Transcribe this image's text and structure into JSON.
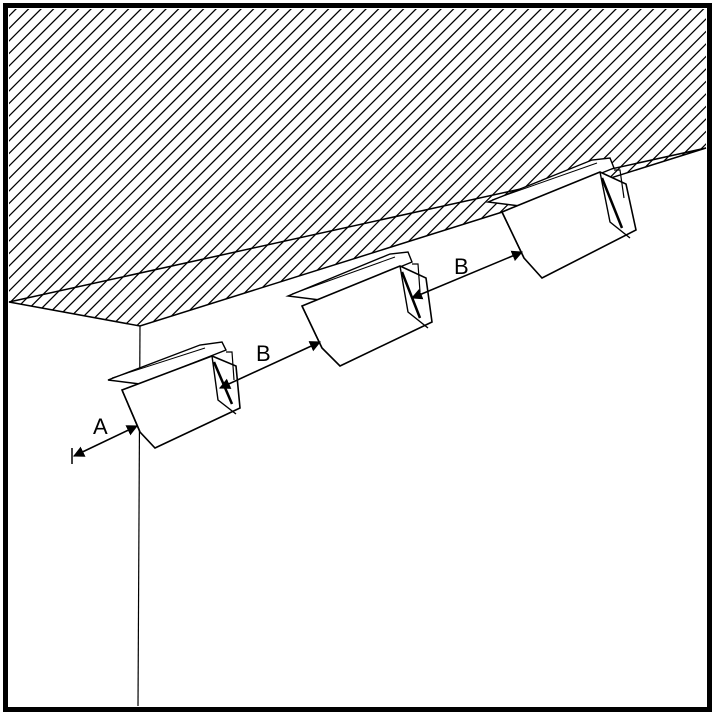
{
  "diagram": {
    "labels": {
      "wall_distance": "A",
      "spacing_1": "B",
      "spacing_2": "B"
    },
    "units": [
      {
        "name": "heater-unit-1"
      },
      {
        "name": "heater-unit-2"
      },
      {
        "name": "heater-unit-3"
      }
    ],
    "colors": {
      "line": "#000000",
      "background": "#ffffff"
    }
  }
}
